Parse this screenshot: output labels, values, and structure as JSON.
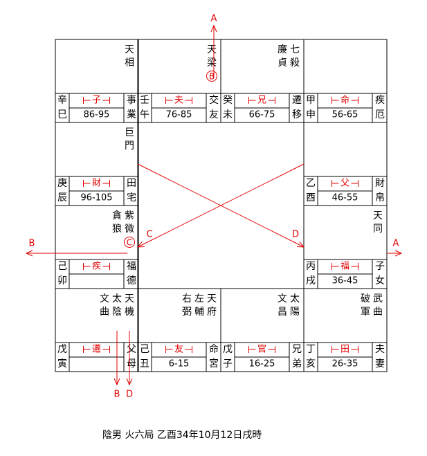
{
  "palaces": [
    {
      "id": "si",
      "stars": [
        "天相"
      ],
      "stem": "辛",
      "branch": "巳",
      "tag": "子",
      "range": "86-95",
      "name": [
        "事",
        "業"
      ]
    },
    {
      "id": "wu",
      "stars": [
        "天梁"
      ],
      "circle": "B",
      "stem": "壬",
      "branch": "午",
      "tag": "夫",
      "range": "76-85",
      "name": [
        "交",
        "友"
      ]
    },
    {
      "id": "wei",
      "stars": [
        "七殺",
        "廉貞"
      ],
      "stem": "癸",
      "branch": "未",
      "tag": "兄",
      "range": "66-75",
      "name": [
        "遷",
        "移"
      ]
    },
    {
      "id": "shen",
      "stars": [],
      "stem": "甲",
      "branch": "申",
      "tag": "命",
      "range": "56-65",
      "name": [
        "疾",
        "厄"
      ]
    },
    {
      "id": "chen",
      "stars": [
        "巨門"
      ],
      "stem": "庚",
      "branch": "辰",
      "tag": "財",
      "range": "96-105",
      "name": [
        "田",
        "宅"
      ]
    },
    {
      "id": "you",
      "stars": [],
      "stem": "乙",
      "branch": "酉",
      "tag": "父",
      "range": "46-55",
      "name": [
        "財",
        "帛"
      ]
    },
    {
      "id": "mao",
      "stars": [
        "紫微",
        "貪狼"
      ],
      "circle": "C",
      "stem": "己",
      "branch": "卯",
      "tag": "疾",
      "range": "",
      "name": [
        "福",
        "德"
      ]
    },
    {
      "id": "xu",
      "stars": [
        "天同"
      ],
      "stem": "丙",
      "branch": "戌",
      "tag": "福",
      "range": "36-45",
      "name": [
        "子",
        "女"
      ]
    },
    {
      "id": "yin",
      "stars": [
        "天機",
        "太陰",
        "文曲"
      ],
      "stem": "戊",
      "branch": "寅",
      "tag": "遷",
      "range": "",
      "name": [
        "父",
        "母"
      ]
    },
    {
      "id": "chou",
      "stars": [
        "天府",
        "左輔",
        "右弼"
      ],
      "stem": "己",
      "branch": "丑",
      "tag": "友",
      "range": "6-15",
      "name": [
        "命",
        "宮"
      ]
    },
    {
      "id": "zi",
      "stars": [
        "太陽",
        "文昌"
      ],
      "stem": "戊",
      "branch": "子",
      "tag": "官",
      "range": "16-25",
      "name": [
        "兄",
        "弟"
      ]
    },
    {
      "id": "hai",
      "stars": [
        "武曲",
        "破軍"
      ],
      "stem": "丁",
      "branch": "亥",
      "tag": "田",
      "range": "26-35",
      "name": [
        "夫",
        "妻"
      ]
    }
  ],
  "arrow_labels": {
    "top": "A",
    "right": "A",
    "left": "B",
    "bottom_b": "B",
    "bottom_d": "D",
    "center_c": "C",
    "center_d": "D"
  },
  "footer": "陰男 火六局 乙酉34年10月12日戌時",
  "colors": {
    "grid": "#000000",
    "accent": "#e00000"
  }
}
